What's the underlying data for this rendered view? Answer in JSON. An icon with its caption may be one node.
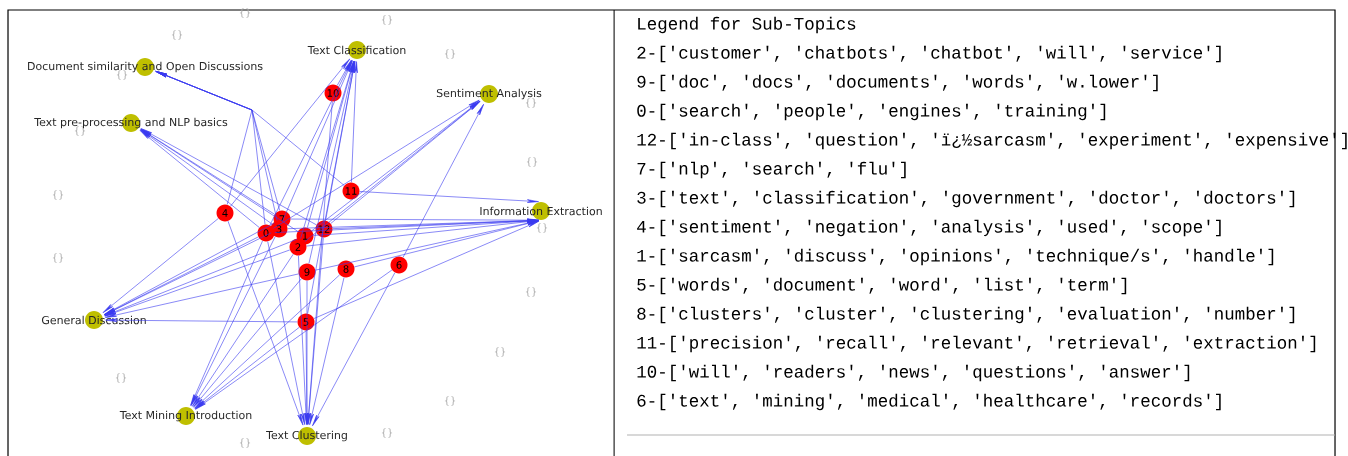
{
  "diagram": {
    "nodes": [
      {
        "text": [
          "Text Classification"
        ]
      },
      {
        "text": [
          "Document similarity and Open Discussions"
        ]
      },
      {
        "text": [
          "Sentiment Analysis"
        ]
      },
      {
        "text": [
          "Text pre-processing and NLP basics"
        ]
      },
      {
        "text": [
          "Information Extraction"
        ]
      },
      {
        "text": [
          "General Discussion"
        ]
      },
      {
        "text": [
          "Text Mining Introduction"
        ]
      },
      {
        "text": [
          "Text Clustering"
        ]
      },
      {
        "text": [
          "10"
        ]
      },
      {
        "text": [
          "11"
        ]
      },
      {
        "text": [
          "4"
        ]
      },
      {
        "text": [
          "7"
        ]
      },
      {
        "text": [
          "3"
        ]
      },
      {
        "text": [
          "12"
        ]
      },
      {
        "text": [
          "0"
        ]
      },
      {
        "text": [
          "1"
        ]
      },
      {
        "text": [
          "2"
        ]
      },
      {
        "text": [
          "8"
        ]
      },
      {
        "text": [
          "9"
        ]
      },
      {
        "text": [
          "6"
        ]
      },
      {
        "text": [
          "5"
        ]
      }
    ],
    "edges": [
      {
        "from": 8,
        "to": 0,
        "arrow": "to"
      },
      {
        "from": 10,
        "to": 0,
        "arrow": "to"
      },
      {
        "from": 14,
        "to": 0,
        "arrow": "to"
      },
      {
        "from": 12,
        "to": 0,
        "arrow": "to"
      },
      {
        "from": 15,
        "to": 0,
        "arrow": "to"
      },
      {
        "from": 16,
        "to": 0,
        "arrow": "to"
      },
      {
        "from": 13,
        "to": 0,
        "arrow": "to"
      },
      {
        "from": 9,
        "to": 0,
        "arrow": "to"
      },
      {
        "from": 18,
        "to": 0,
        "arrow": "to"
      },
      {
        "from": 20,
        "to": 0,
        "arrow": "to"
      },
      {
        "from": 10,
        "to": 1,
        "arrow": "to"
      },
      {
        "from": 11,
        "to": 1,
        "arrow": "to"
      },
      {
        "from": 12,
        "to": 1,
        "arrow": "to"
      },
      {
        "from": 14,
        "to": 1,
        "arrow": "to"
      },
      {
        "from": 9,
        "to": 1,
        "arrow": "to"
      },
      {
        "from": 11,
        "to": 3,
        "arrow": "to"
      },
      {
        "from": 12,
        "to": 3,
        "arrow": "to"
      },
      {
        "from": 14,
        "to": 3,
        "arrow": "to"
      },
      {
        "from": 15,
        "to": 3,
        "arrow": "to"
      },
      {
        "from": 13,
        "to": 3,
        "arrow": "to"
      },
      {
        "from": 13,
        "to": 2,
        "arrow": "to"
      },
      {
        "from": 15,
        "to": 2,
        "arrow": "to"
      },
      {
        "from": 16,
        "to": 2,
        "arrow": "to"
      },
      {
        "from": 19,
        "to": 2,
        "arrow": "to"
      },
      {
        "from": 14,
        "to": 2,
        "arrow": "to"
      },
      {
        "from": 9,
        "to": 4,
        "arrow": "to"
      },
      {
        "from": 11,
        "to": 4,
        "arrow": "to"
      },
      {
        "from": 12,
        "to": 4,
        "arrow": "to"
      },
      {
        "from": 15,
        "to": 4,
        "arrow": "to"
      },
      {
        "from": 13,
        "to": 4,
        "arrow": "to"
      },
      {
        "from": 16,
        "to": 4,
        "arrow": "to"
      },
      {
        "from": 18,
        "to": 4,
        "arrow": "to"
      },
      {
        "from": 17,
        "to": 4,
        "arrow": "to"
      },
      {
        "from": 20,
        "to": 4,
        "arrow": "to"
      },
      {
        "from": 14,
        "to": 4,
        "arrow": "to"
      },
      {
        "from": 10,
        "to": 5,
        "arrow": "to"
      },
      {
        "from": 14,
        "to": 5,
        "arrow": "to"
      },
      {
        "from": 12,
        "to": 5,
        "arrow": "to"
      },
      {
        "from": 11,
        "to": 5,
        "arrow": "to"
      },
      {
        "from": 15,
        "to": 5,
        "arrow": "to"
      },
      {
        "from": 16,
        "to": 5,
        "arrow": "to"
      },
      {
        "from": 18,
        "to": 5,
        "arrow": "to"
      },
      {
        "from": 20,
        "to": 5,
        "arrow": "to"
      },
      {
        "from": 14,
        "to": 6,
        "arrow": "to"
      },
      {
        "from": 12,
        "to": 6,
        "arrow": "to"
      },
      {
        "from": 16,
        "to": 6,
        "arrow": "to"
      },
      {
        "from": 18,
        "to": 6,
        "arrow": "to"
      },
      {
        "from": 19,
        "to": 6,
        "arrow": "to"
      },
      {
        "from": 17,
        "to": 6,
        "arrow": "to"
      },
      {
        "from": 20,
        "to": 6,
        "arrow": "to"
      },
      {
        "from": 10,
        "to": 7,
        "arrow": "to"
      },
      {
        "from": 14,
        "to": 7,
        "arrow": "to"
      },
      {
        "from": 16,
        "to": 7,
        "arrow": "to"
      },
      {
        "from": 18,
        "to": 7,
        "arrow": "to"
      },
      {
        "from": 20,
        "to": 7,
        "arrow": "to"
      },
      {
        "from": 17,
        "to": 7,
        "arrow": "to"
      },
      {
        "from": 19,
        "to": 7,
        "arrow": "to"
      },
      {
        "from": 13,
        "to": 7,
        "arrow": "to"
      },
      {
        "from": 8,
        "to": 7,
        "arrow": "to"
      }
    ],
    "labels": [
      "{}",
      "{}",
      "{}",
      "{}",
      "{}",
      "{}",
      "{}",
      "{}",
      "{}",
      "{}",
      "{}",
      "{}",
      "{}",
      "{}",
      "{}",
      "{}",
      "{}",
      "Legend for Sub-Topics",
      "2-['customer', 'chatbots', 'chatbot', 'will', 'service']",
      "9-['doc', 'docs', 'documents', 'words', 'w.lower']",
      "0-['search', 'people', 'engines', 'training']",
      "12-['in-class', 'question', 'ï¿½sarcasm', 'experiment', 'expensive']",
      "7-['nlp', 'search', 'flu']",
      "3-['text', 'classification', 'government', 'doctor', 'doctors']",
      "4-['sentiment', 'negation', 'analysis', 'used', 'scope']",
      "1-['sarcasm', 'discuss', 'opinions', 'technique/s', 'handle']",
      "5-['words', 'document', 'word', 'list', 'term']",
      "8-['clusters', 'cluster', 'clustering', 'evaluation', 'number']",
      "11-['precision', 'recall', 'relevant', 'retrieval', 'extraction']",
      "10-['will', 'readers', 'news', 'questions', 'answer']",
      "6-['text', 'mining', 'medical', 'healthcare', 'records']"
    ]
  }
}
